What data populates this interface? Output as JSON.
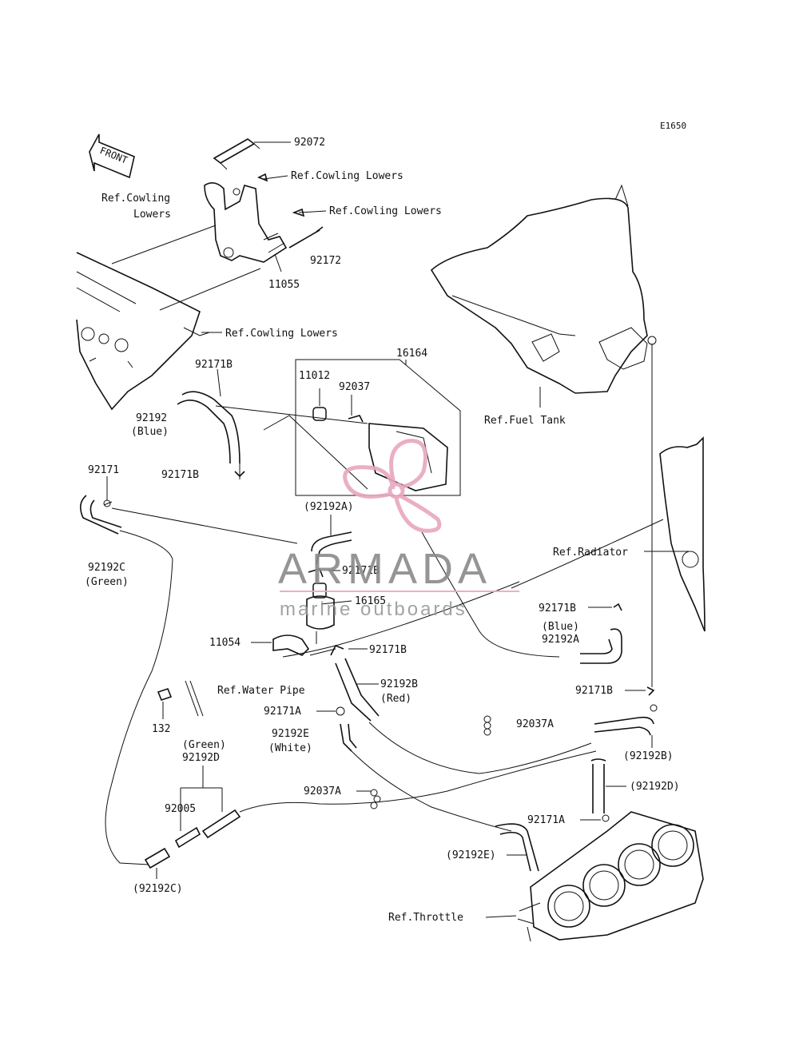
{
  "diagram_code": "E1650",
  "front_label": "FRONT",
  "watermark": {
    "brand": "ARMADA",
    "tagline": "marine outboards",
    "accent_color": "#e8a7bf",
    "text_color": "#8a8a8a"
  },
  "callouts": {
    "p92072": "92072",
    "ref_cowling_1": "Ref.Cowling Lowers",
    "ref_cowling_2a": "Ref.Cowling",
    "ref_cowling_2b": "Lowers",
    "ref_cowling_3": "Ref.Cowling Lowers",
    "p92172": "92172",
    "p11055": "11055",
    "ref_cowling_4": "Ref.Cowling Lowers",
    "p16164": "16164",
    "p11012": "11012",
    "p92037": "92037",
    "p92171B_top": "92171B",
    "p92192_blue_a": "92192",
    "p92192_blue_b": "(Blue)",
    "p92171B_left": "92171B",
    "p92171": "92171",
    "p92192C_a": "92192C",
    "p92192C_b": "(Green)",
    "ref_fuel_tank": "Ref.Fuel Tank",
    "p92192A_paren": "(92192A)",
    "p92171B_mid": "92171B",
    "p16165": "16165",
    "ref_radiator": "Ref.Radiator",
    "p92171B_right": "92171B",
    "p92192A_blue_a": "(Blue)",
    "p92192A_blue_b": "92192A",
    "p11054": "11054",
    "p92171B_lower": "92171B",
    "p92192B_a": "92192B",
    "p92192B_b": "(Red)",
    "ref_water_pipe": "Ref.Water Pipe",
    "p92171B_r2": "92171B",
    "p92171A_mid": "92171A",
    "p92192E_a": "92192E",
    "p92192E_b": "(White)",
    "p92037A_r": "92037A",
    "p132": "132",
    "p92192B_paren": "(92192B)",
    "p92192D_green_a": "(Green)",
    "p92192D_green_b": "92192D",
    "p92037A_c": "92037A",
    "p92192D_paren": "(92192D)",
    "p92005": "92005",
    "p92171A_low": "92171A",
    "p92192E_paren": "(92192E)",
    "p92192C_paren": "(92192C)",
    "ref_throttle": "Ref.Throttle"
  }
}
